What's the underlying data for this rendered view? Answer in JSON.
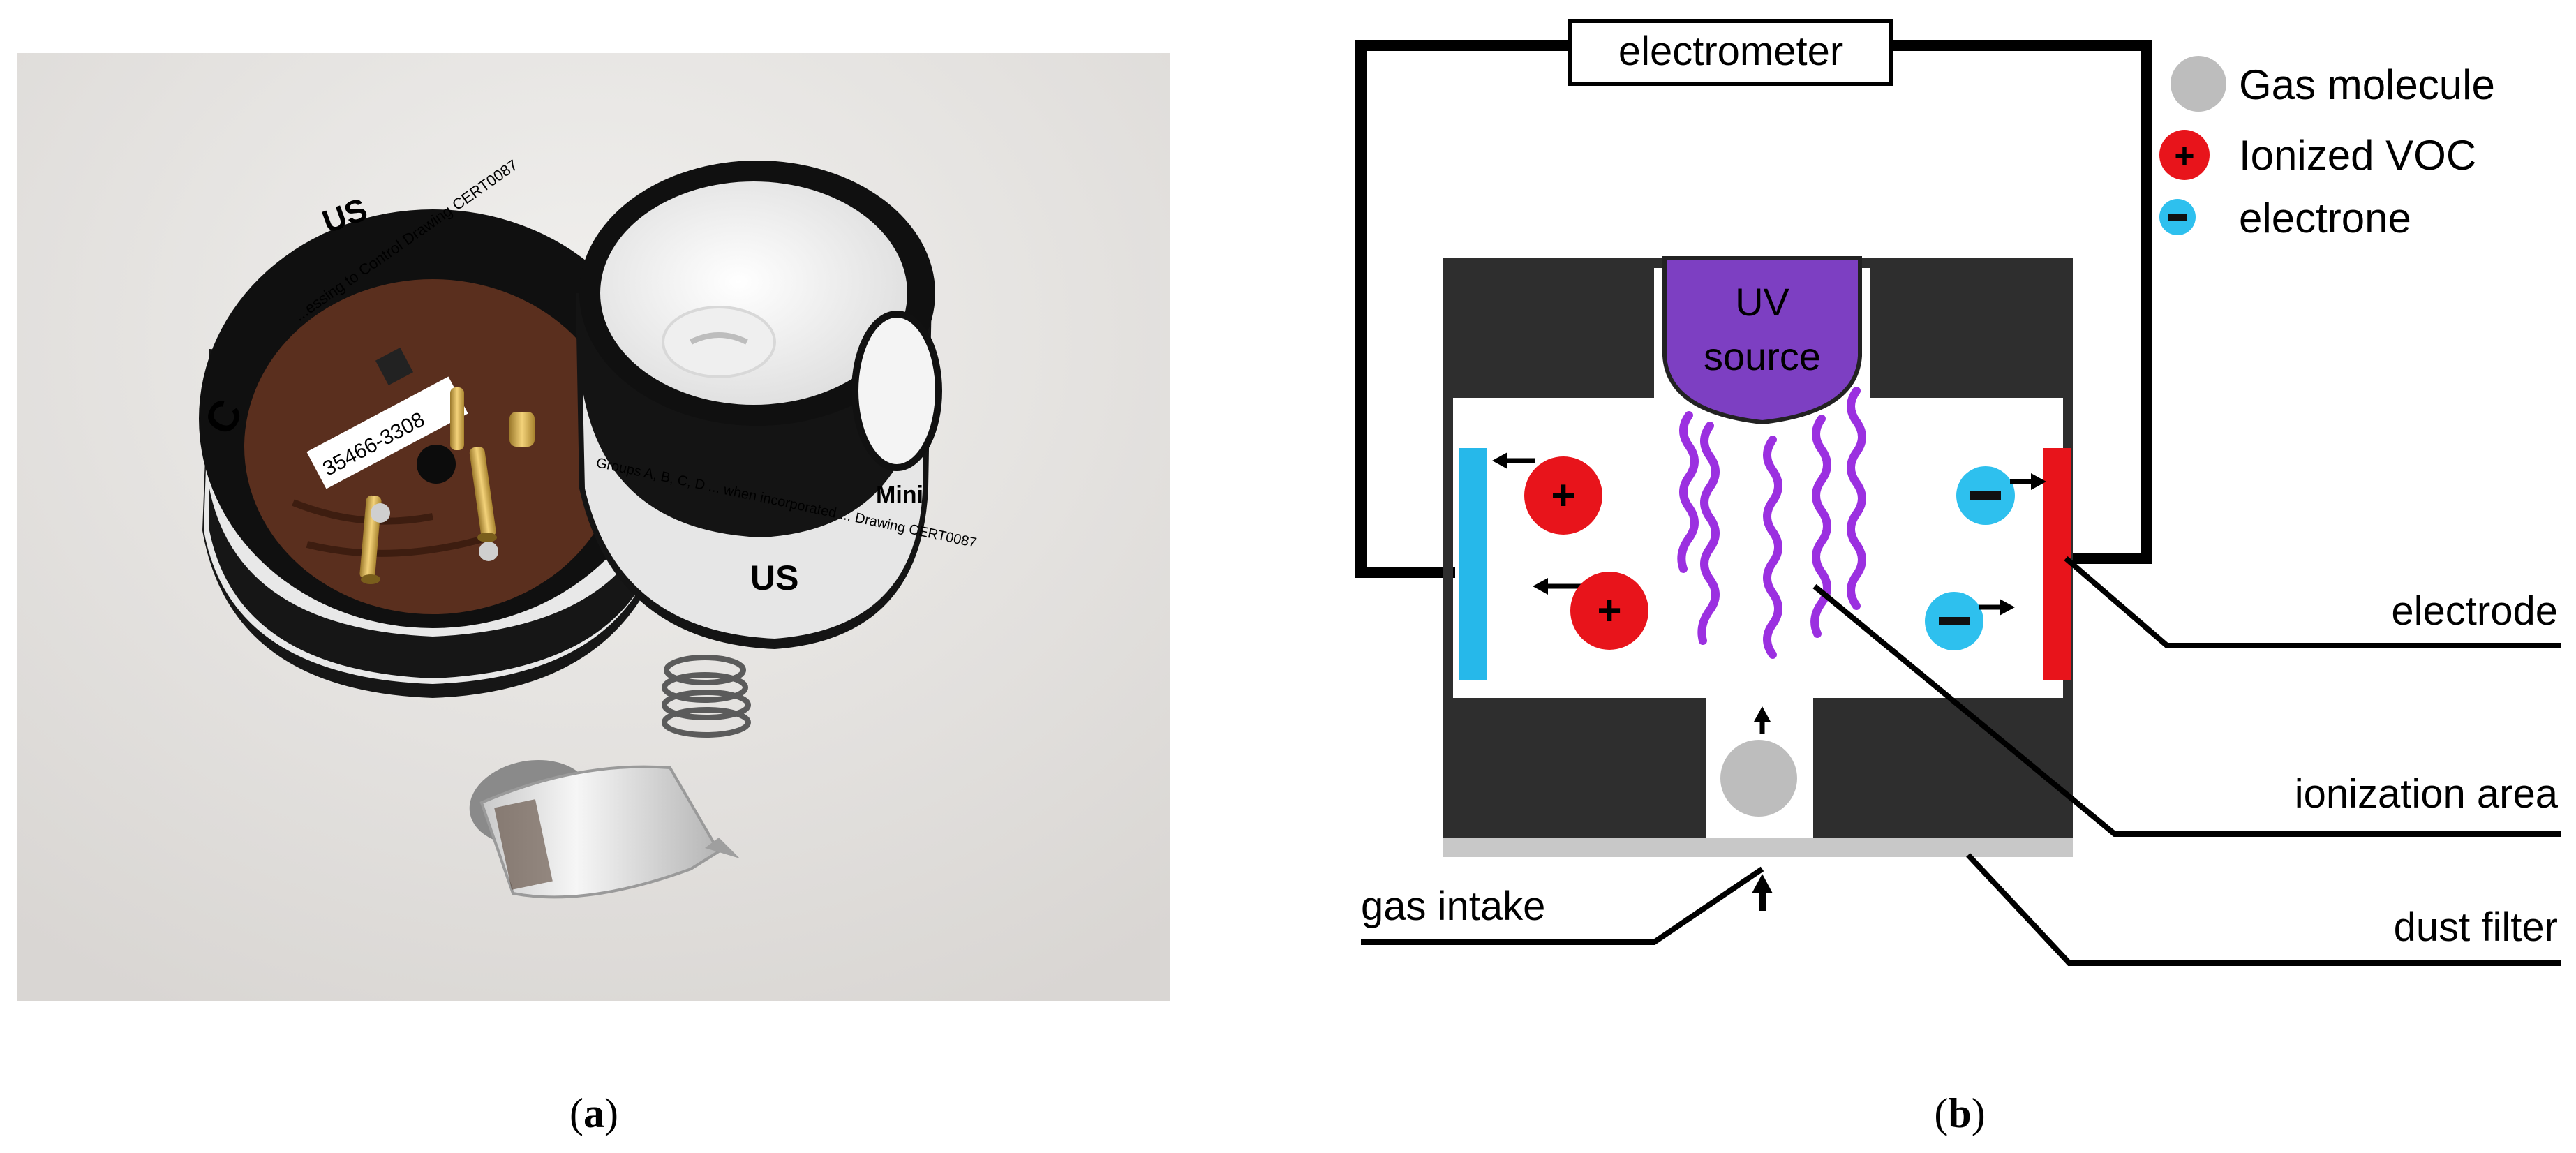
{
  "photo_panel": {
    "caption": "a",
    "sticker_text": {
      "barcode_number": "35466-3308",
      "cert_line_left": "...essing to Control Drawing CERT0087",
      "cert_line_right": "Groups A, B, C, D ... when incorporated ... Drawing CERT0087",
      "brand": "Mini",
      "mark_left": "C",
      "mark_us": "US"
    }
  },
  "diagram_panel": {
    "caption": "b",
    "electrometer_label": "electrometer",
    "uv_source_label_line1": "UV",
    "uv_source_label_line2": "source",
    "legend": [
      {
        "label": "Gas molecule",
        "color": "#BDBDBD",
        "symbol": ""
      },
      {
        "label": "Ionized VOC",
        "color": "#E8141B",
        "symbol": "+"
      },
      {
        "label": "electrone",
        "color": "#2EC0EE",
        "symbol": "−"
      }
    ],
    "callouts": {
      "electrode": "electrode",
      "ionization_area": "ionization area",
      "dust_filter": "dust filter",
      "gas_intake": "gas intake"
    },
    "colors": {
      "housing": "#2E2E2E",
      "uv_source": "#7D3FC2",
      "uv_wave": "#9B30E0",
      "negative_electrode": "#26B8EA",
      "positive_electrode": "#E8141B",
      "filter": "#C8C8C8"
    }
  }
}
